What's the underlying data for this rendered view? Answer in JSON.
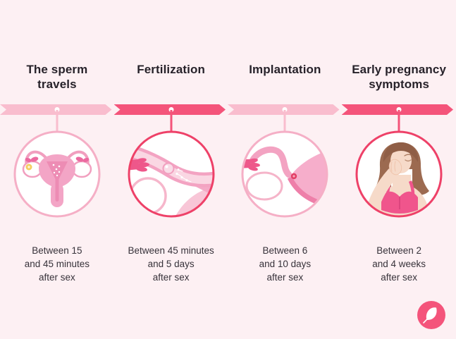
{
  "infographic": {
    "background": "#FDF0F3",
    "colors": {
      "timeline_light_pink": "#F9BDCE",
      "timeline_dark_pink": "#F4547A",
      "circle_border_light": "#F5AFC6",
      "circle_border_dark": "#EE4168",
      "title_text": "#27222A",
      "logo_pink": "#F4547B"
    },
    "stages": [
      {
        "title": "The sperm\ntravels",
        "caption": "Between 15\nand 45 minutes\nafter sex",
        "illustration": "uterus-with-sperm-traveling",
        "tone": "light"
      },
      {
        "title": "Fertilization",
        "caption": "Between 45 minutes\nand 5 days\nafter sex",
        "illustration": "egg-fertilized-in-fallopian-tube",
        "tone": "dark"
      },
      {
        "title": "Implantation",
        "caption": "Between 6\nand 10 days\nafter sex",
        "illustration": "embryo-implanting-in-uterine-wall",
        "tone": "light"
      },
      {
        "title": "Early pregnancy\nsymptoms",
        "caption": "Between 2\nand 4 weeks\nafter sex",
        "illustration": "woman-with-nausea-covering-mouth",
        "tone": "dark"
      }
    ],
    "logo": "flo-feather-logo"
  }
}
